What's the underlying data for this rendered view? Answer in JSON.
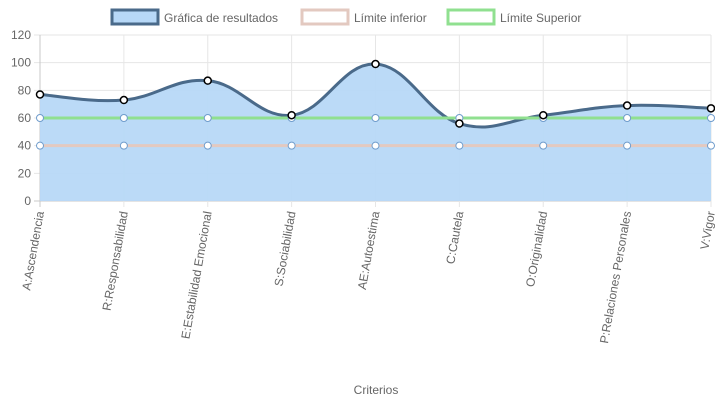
{
  "chart_data": {
    "type": "line",
    "categories": [
      "A:Ascendencia",
      "R:Responsabilidad",
      "E:Estabilidad Emocional",
      "S:Sociabilidad",
      "AE:Autoestima",
      "C:Cautela",
      "O:Originalidad",
      "P:Relaciones Personales",
      "V:Vigor"
    ],
    "series": [
      {
        "name": "Gráfica de resultados",
        "values": [
          77,
          73,
          87,
          62,
          99,
          56,
          62,
          69,
          67
        ],
        "line_color": "#4a6a8a",
        "fill_color": "#b7d8f7",
        "fill": true
      },
      {
        "name": "Límite inferior",
        "values": [
          40,
          40,
          40,
          40,
          40,
          40,
          40,
          40,
          40
        ],
        "line_color": "#e3c9c0",
        "fill_color": "#b7d8f7",
        "fill": false
      },
      {
        "name": "Límite Superior",
        "values": [
          60,
          60,
          60,
          60,
          60,
          60,
          60,
          60,
          60
        ],
        "line_color": "#90e090",
        "fill_color": "#b7d8f7",
        "fill": false
      }
    ],
    "xlabel": "Criterios",
    "ylabel": "",
    "ylim": [
      0,
      120
    ],
    "yticks": [
      0,
      20,
      40,
      60,
      80,
      100,
      120
    ],
    "grid": true,
    "legend_position": "top"
  }
}
